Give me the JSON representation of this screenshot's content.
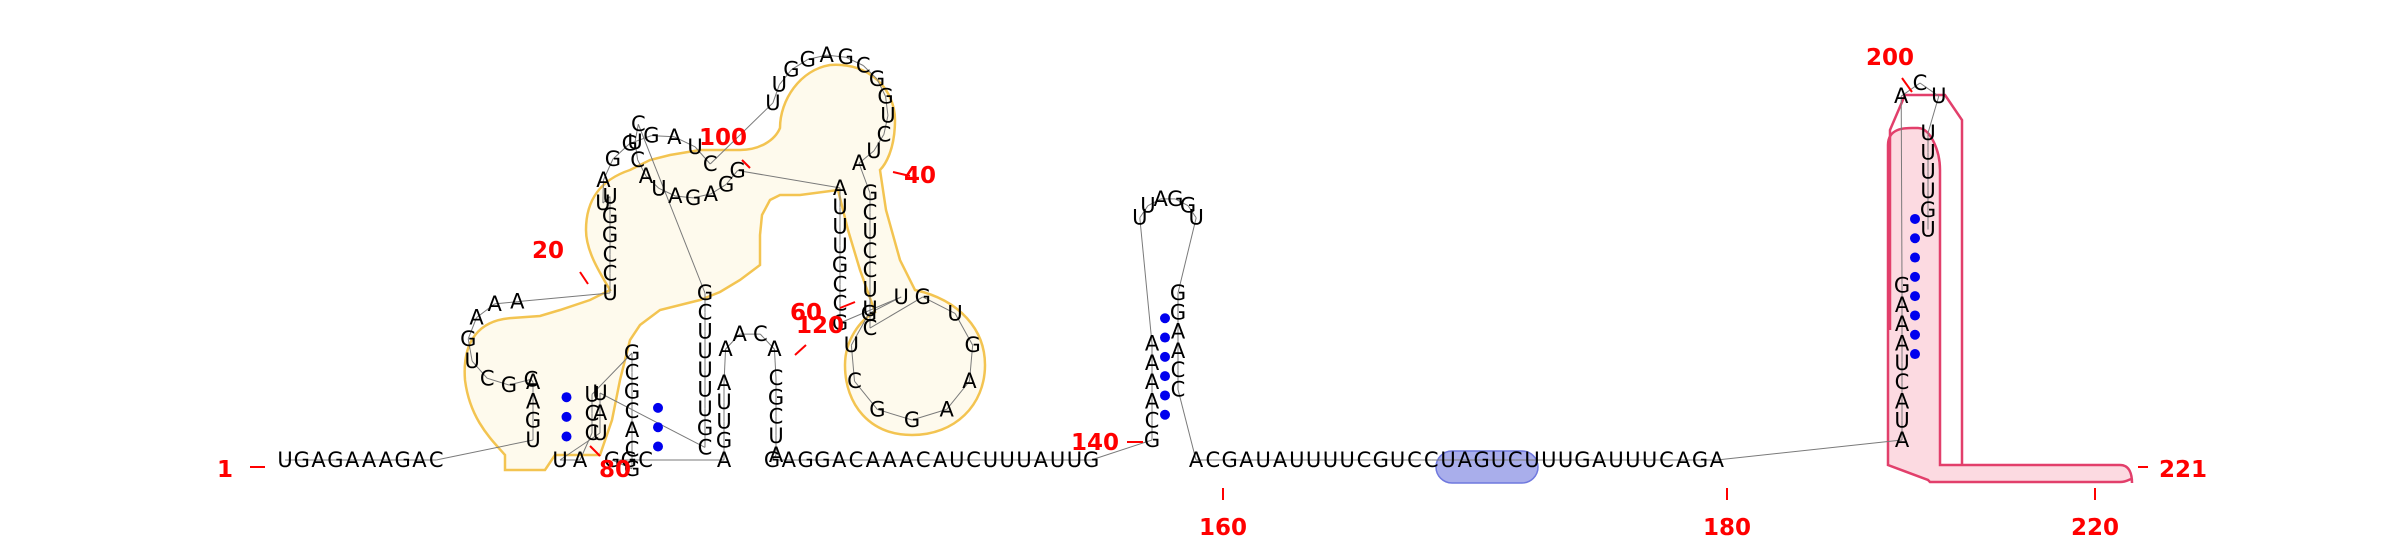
{
  "diagram": {
    "type": "RNA secondary structure",
    "sequence": "UGAGAAAGACUGAACGCUGAAAUCCGGUUAGGGAUCUUGGAGCGGUCUAGCUCCUUCGUGAAGGCUGUGCCGUUUAGGAGAUACUCGCUUUUUGCUAUUACCUGCGCACGGGCAGUUAAACACGCUAGAGGACAAACAUCUUUAUUGGCAAAAUUAGGUGGAACCACGAUAUUUUCGUCCUAGUCUUUGAUUUCAGAAUACUAAAGACUUUUUGU",
    "position_labels": [
      {
        "text": "1"
      },
      {
        "text": "20"
      },
      {
        "text": "40"
      },
      {
        "text": "60"
      },
      {
        "text": "80"
      },
      {
        "text": "100"
      },
      {
        "text": "120"
      },
      {
        "text": "140"
      },
      {
        "text": "160"
      },
      {
        "text": "180"
      },
      {
        "text": "200"
      },
      {
        "text": "220"
      },
      {
        "text": "221"
      }
    ],
    "colors": {
      "base_pair_dot": "#0000ee",
      "position_label": "#ff0000",
      "yellow_highlight_stroke": "#f3c451",
      "pink_highlight_fill": "#fbd3dc",
      "pink_highlight_stroke": "#e23f6b",
      "blue_highlight_fill": "#9aa0e8",
      "backbone": "#7a7a7a"
    }
  }
}
